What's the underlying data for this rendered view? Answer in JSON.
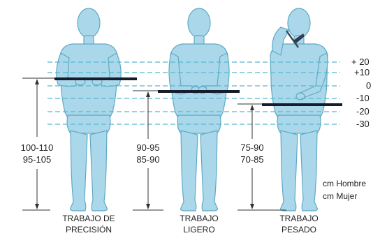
{
  "levels": [
    "+ 20",
    "+10",
    "0",
    "-10",
    "-20",
    "-30"
  ],
  "stations": [
    {
      "heights": [
        "100-110",
        "95-105"
      ],
      "caption": [
        "TRABAJO DE",
        "PRECISIÓN"
      ]
    },
    {
      "heights": [
        "90-95",
        "85-90"
      ],
      "caption": [
        "TRABAJO",
        "LIGERO"
      ]
    },
    {
      "heights": [
        "75-90",
        "70-85"
      ],
      "caption": [
        "TRABAJO",
        "PESADO"
      ]
    }
  ],
  "legend": [
    "cm Hombre",
    "cm Mujer"
  ],
  "colors": {
    "figure": "#aad8ea",
    "figure_outline": "#5fa9c4",
    "guide_lines": "#56b7d1",
    "work_surface": "#141c2e"
  },
  "icons": [
    "human-figure-icon",
    "hammer-icon"
  ]
}
